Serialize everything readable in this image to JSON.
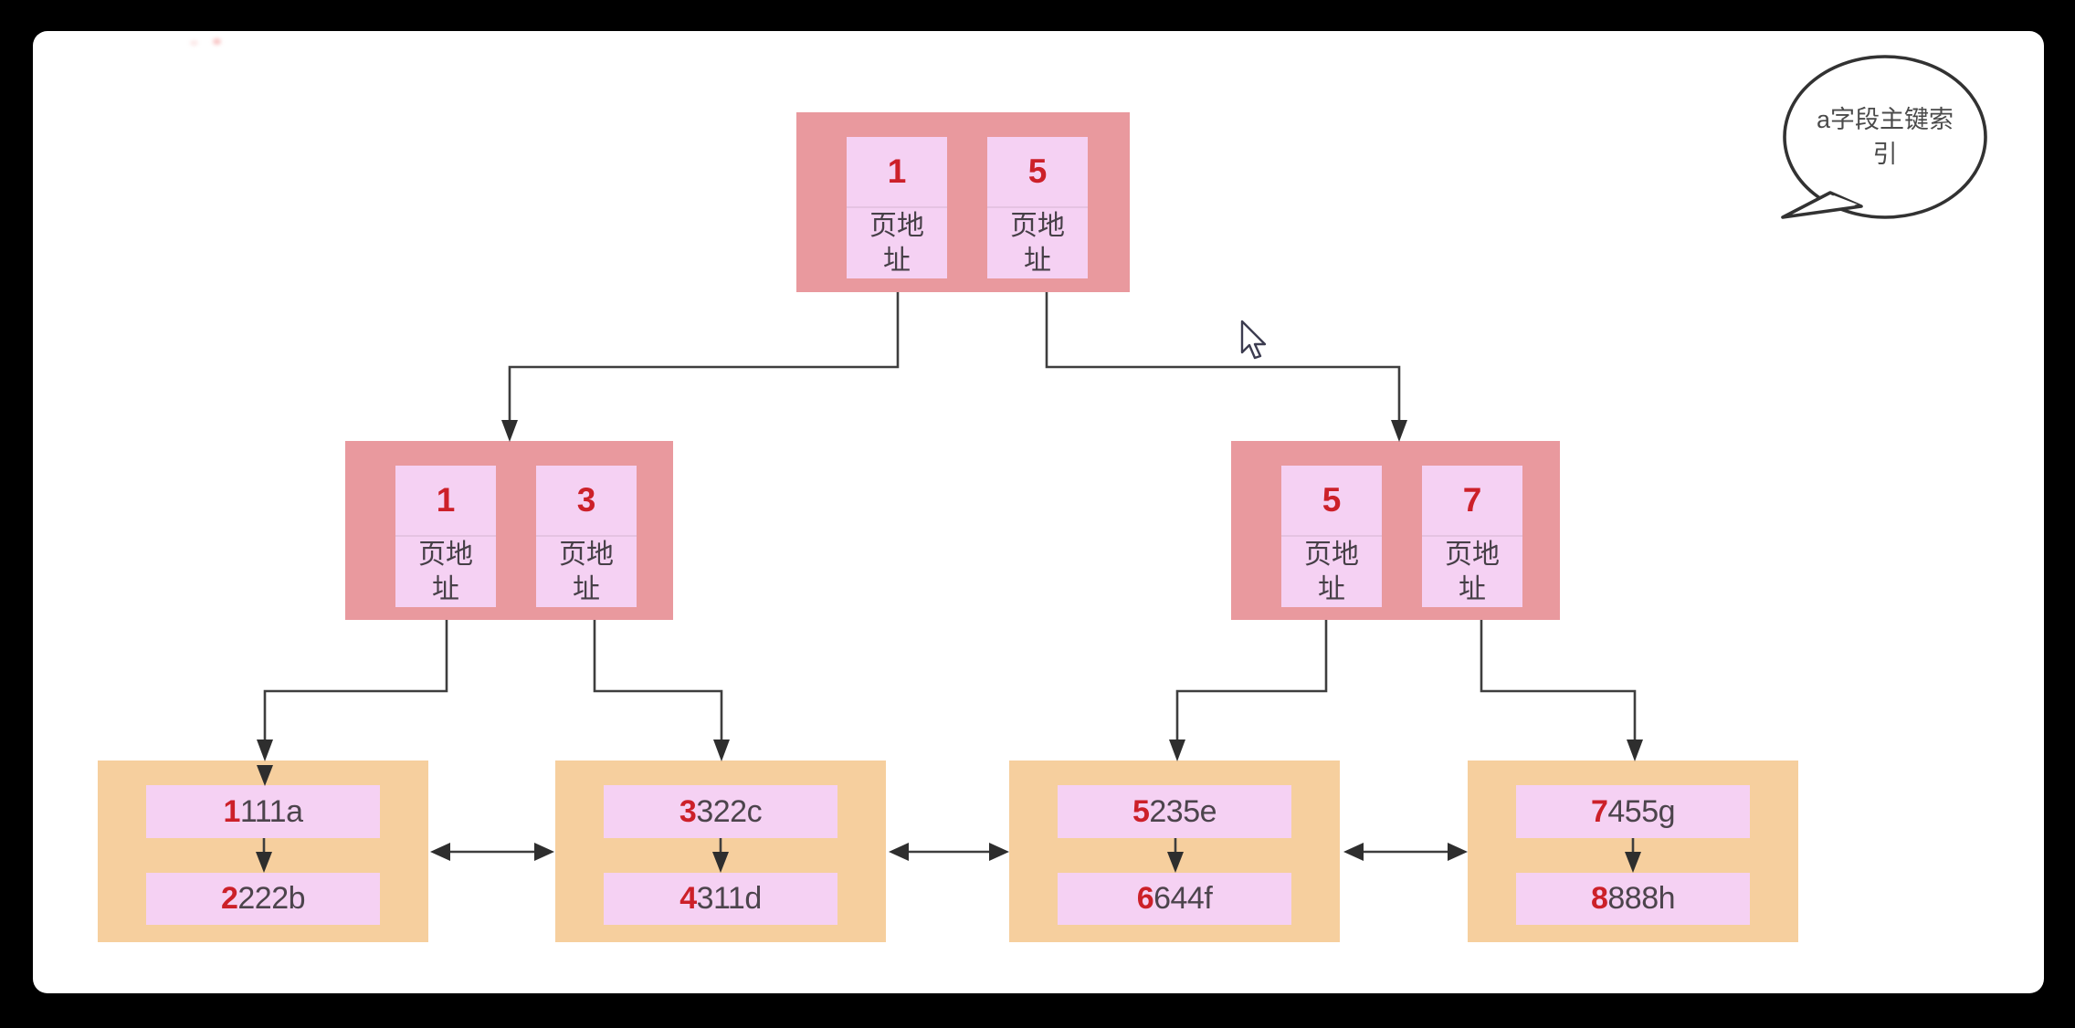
{
  "labels": {
    "page_address": "页地址"
  },
  "bubble": {
    "text": "a字段主键索引"
  },
  "tree": {
    "root": {
      "keys": [
        "1",
        "5"
      ]
    },
    "internals": [
      {
        "keys": [
          "1",
          "3"
        ]
      },
      {
        "keys": [
          "5",
          "7"
        ]
      }
    ],
    "leaves": [
      {
        "rows": [
          {
            "key": "1",
            "rest": "111a"
          },
          {
            "key": "2",
            "rest": "222b"
          }
        ]
      },
      {
        "rows": [
          {
            "key": "3",
            "rest": "322c"
          },
          {
            "key": "4",
            "rest": "311d"
          }
        ]
      },
      {
        "rows": [
          {
            "key": "5",
            "rest": "235e"
          },
          {
            "key": "6",
            "rest": "644f"
          }
        ]
      },
      {
        "rows": [
          {
            "key": "7",
            "rest": "455g"
          },
          {
            "key": "8",
            "rest": "888h"
          }
        ]
      }
    ]
  },
  "colors": {
    "frame": "#000000",
    "canvas": "#ffffff",
    "node_fill": "#e9999e",
    "cell_fill": "#f5d1f3",
    "leaf_fill": "#f6cf9e",
    "key_red": "#cc2029",
    "text_dark": "#463f47",
    "connector": "#3e3e3e"
  }
}
